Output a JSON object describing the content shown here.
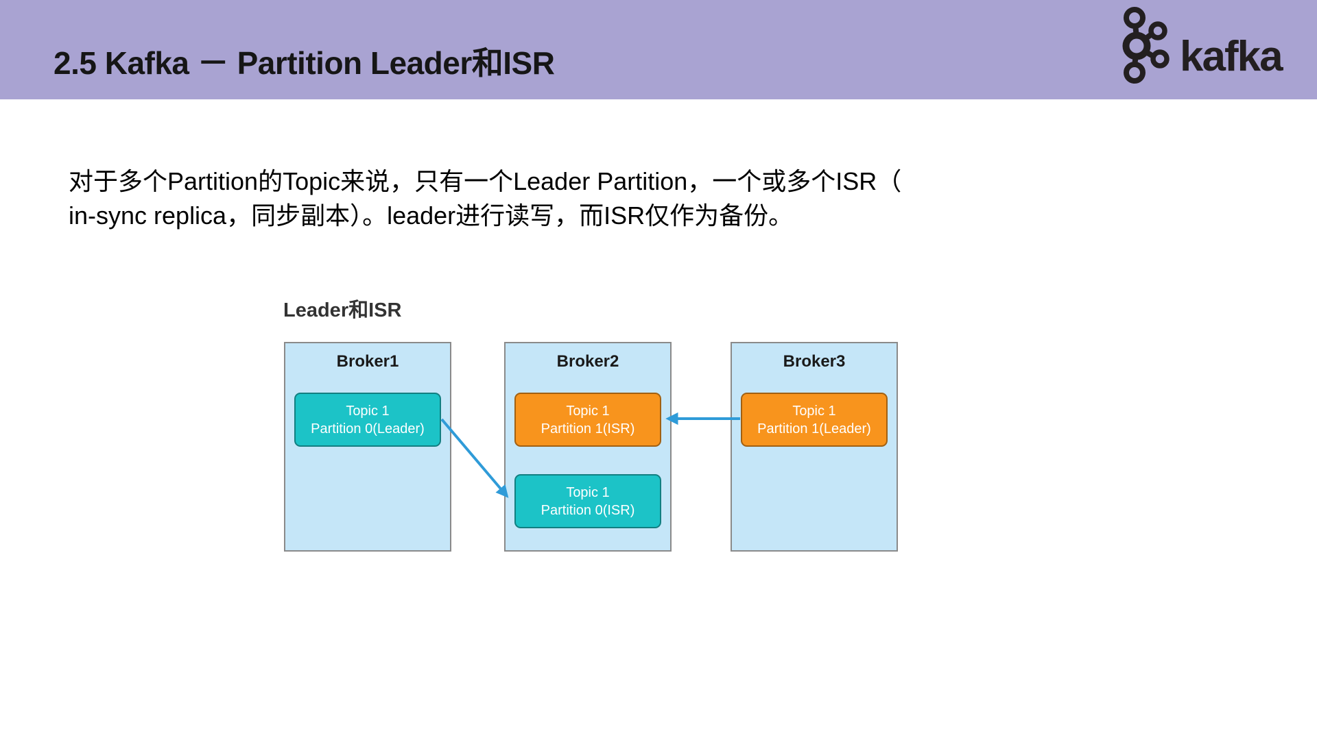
{
  "header": {
    "title": "2.5 Kafka － Partition Leader和ISR",
    "background_color": "#a9a3d2",
    "logo": {
      "icon": "kafka-logo-icon",
      "wordmark": "kafka",
      "color": "#231f20"
    }
  },
  "body": {
    "paragraph_line1": "对于多个Partition的Topic来说，只有一个Leader Partition，一个或多个ISR（",
    "paragraph_line2": "in-sync replica，同步副本）。leader进行读写，而ISR仅作为备份。"
  },
  "diagram": {
    "caption": "Leader和ISR",
    "brokers": [
      {
        "name": "Broker1",
        "partitions": [
          {
            "line1": "Topic 1",
            "line2": "Partition 0(Leader)",
            "role": "leader",
            "fill": "#1cc3c7"
          }
        ]
      },
      {
        "name": "Broker2",
        "partitions": [
          {
            "line1": "Topic 1",
            "line2": "Partition 1(ISR)",
            "role": "isr",
            "fill": "#f8941d"
          },
          {
            "line1": "Topic 1",
            "line2": "Partition 0(ISR)",
            "role": "isr",
            "fill": "#1cc3c7"
          }
        ]
      },
      {
        "name": "Broker3",
        "partitions": [
          {
            "line1": "Topic 1",
            "line2": "Partition 1(Leader)",
            "role": "leader",
            "fill": "#f8941d"
          }
        ]
      }
    ],
    "arrows": [
      {
        "from": "Broker1 / Topic 1 Partition 0(Leader)",
        "to": "Broker2 / Topic 1 Partition 0(ISR)",
        "color": "#2f9bd8"
      },
      {
        "from": "Broker3 / Topic 1 Partition 1(Leader)",
        "to": "Broker2 / Topic 1 Partition 1(ISR)",
        "color": "#2f9bd8"
      }
    ],
    "colors": {
      "broker_fill": "#c5e6f8",
      "broker_border": "#8a8a8a",
      "teal": "#1cc3c7",
      "orange": "#f8941d",
      "arrow": "#2f9bd8"
    }
  }
}
